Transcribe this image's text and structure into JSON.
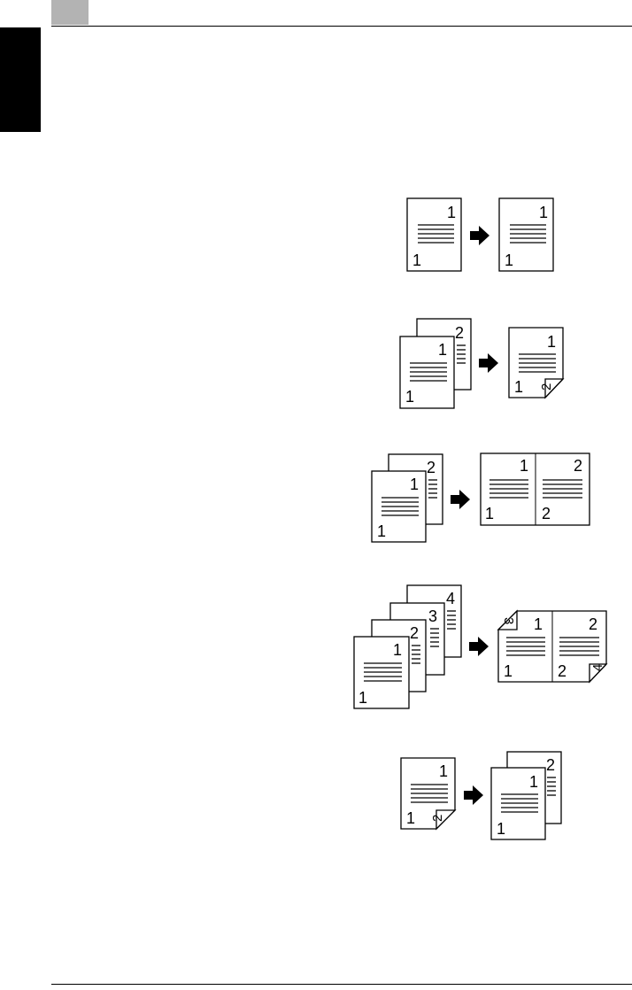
{
  "page": {
    "header_tab_color": "#b3b3b3",
    "side_tab_color": "#000000"
  },
  "icons": {
    "arrow": "right-arrow-icon"
  },
  "diagrams": [
    {
      "name": "one-sided-to-one-sided",
      "original": {
        "top": "1",
        "bottom": "1"
      },
      "copy": {
        "top": "1",
        "bottom": "1"
      }
    },
    {
      "name": "one-sided-to-two-sided",
      "original": {
        "back": "2",
        "front_top": "1",
        "front_bottom": "1"
      },
      "copy": {
        "top": "1",
        "bottom": "1",
        "fold": "2"
      }
    },
    {
      "name": "two-originals-to-2in1",
      "original": {
        "back": "2",
        "front_top": "1",
        "front_bottom": "1"
      },
      "copy": {
        "left_top": "1",
        "left_bottom": "1",
        "right_top": "2",
        "right_bottom": "2"
      }
    },
    {
      "name": "four-originals-to-2in1-duplex",
      "original": {
        "p4": "4",
        "p3": "3",
        "p2": "2",
        "p1_top": "1",
        "p1_bottom": "1"
      },
      "copy": {
        "fold_left": "3",
        "left_top": "1",
        "left_bottom": "1",
        "right_top": "2",
        "right_bottom": "2",
        "fold_right": "4"
      }
    },
    {
      "name": "two-sided-to-one-sided",
      "original": {
        "top": "1",
        "bottom": "1",
        "fold": "2"
      },
      "copy": {
        "back": "2",
        "front_top": "1",
        "front_bottom": "1"
      }
    }
  ]
}
